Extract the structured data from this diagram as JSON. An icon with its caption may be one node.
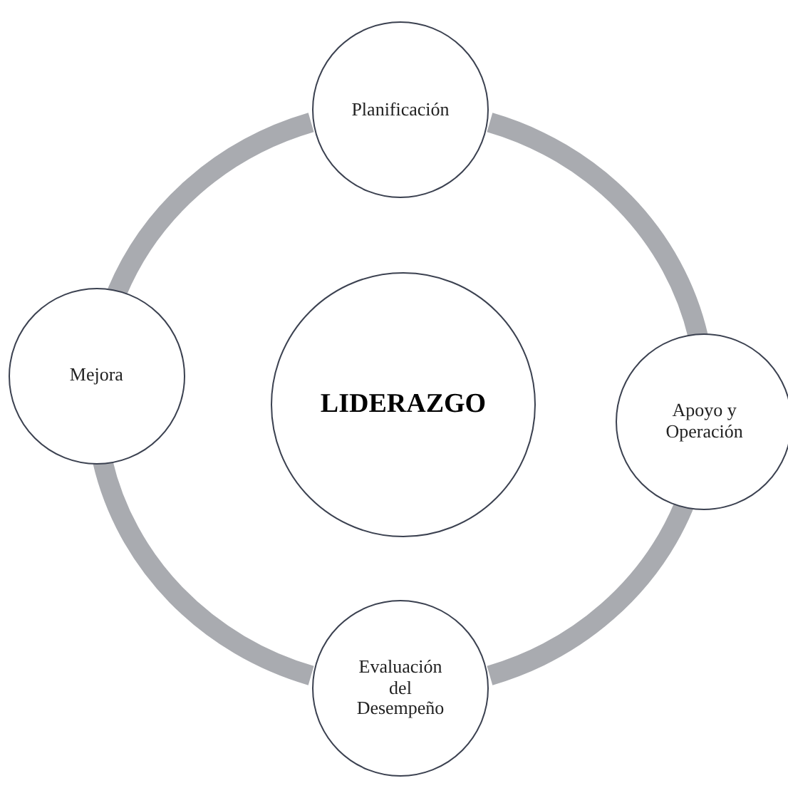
{
  "diagram": {
    "nodes": [
      {
        "text": [
          "LIDERAZGO"
        ]
      },
      {
        "text": [
          "Planificación"
        ]
      },
      {
        "text": [
          "Apoyo y Operación"
        ]
      },
      {
        "text": [
          "Evaluación del Desempeño"
        ]
      },
      {
        "text": [
          "Mejora"
        ]
      }
    ],
    "edges": [
      {
        "from": 1,
        "to": 2,
        "arrow": "none"
      },
      {
        "from": 2,
        "to": 3,
        "arrow": "none"
      },
      {
        "from": 3,
        "to": 4,
        "arrow": "none"
      },
      {
        "from": 4,
        "to": 1,
        "arrow": "none"
      }
    ]
  }
}
